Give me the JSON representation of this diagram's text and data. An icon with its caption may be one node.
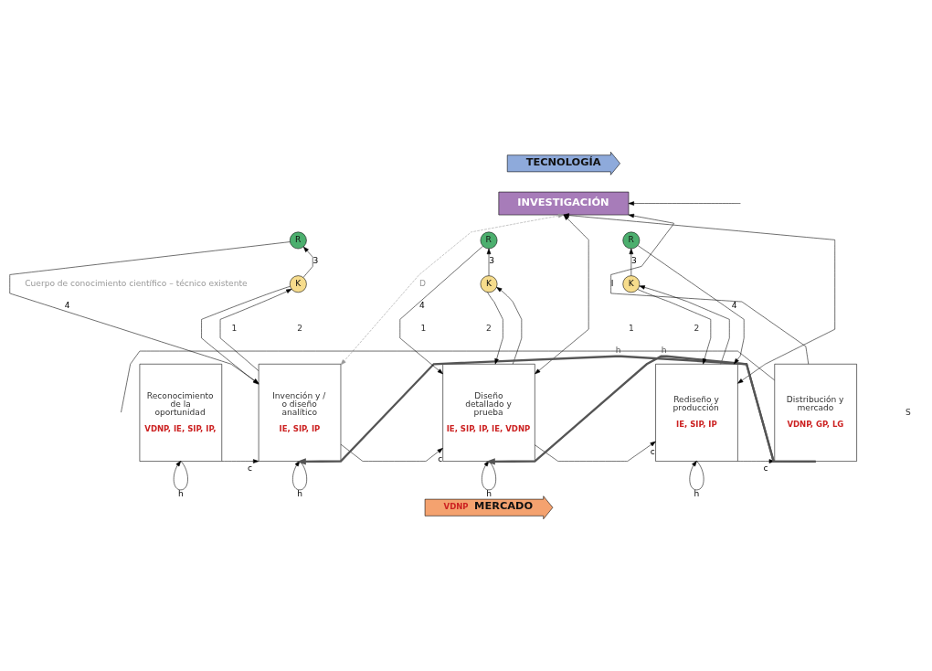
{
  "diagram": {
    "nodes": [
      {
        "text": [
          "TECNOLOGÍA"
        ]
      },
      {
        "text": [
          "INVESTIGACIÓN"
        ]
      },
      {
        "text": [
          "Reconocimiento de la oportunidad",
          "VDNP, IE, SIP, IP,"
        ]
      },
      {
        "text": [
          "Invención y / o diseño analítico",
          "IE, SIP, IP"
        ]
      },
      {
        "text": [
          "Diseño detallado y prueba",
          "IE, SIP, IP, IE, VDNP"
        ]
      },
      {
        "text": [
          "Rediseño y producción",
          "IE, SIP, IP"
        ]
      },
      {
        "text": [
          "Distribución y mercado",
          "VDNP, GP, LG"
        ]
      },
      {
        "text": [
          "VDNP",
          "MERCADO"
        ]
      },
      {
        "text": [
          "R"
        ]
      },
      {
        "text": [
          "R"
        ]
      },
      {
        "text": [
          "R"
        ]
      },
      {
        "text": [
          "K"
        ]
      },
      {
        "text": [
          "K"
        ]
      },
      {
        "text": [
          "K"
        ]
      }
    ],
    "edges": [
      {
        "from": 2,
        "to": 3,
        "arrow": "to",
        "label": "c"
      },
      {
        "from": 3,
        "to": 4,
        "arrow": "to",
        "label": "c"
      },
      {
        "from": 4,
        "to": 5,
        "arrow": "to",
        "label": "c"
      },
      {
        "from": 5,
        "to": 6,
        "arrow": "to",
        "label": "c"
      },
      {
        "from": 1,
        "to": 3,
        "arrow": "both",
        "label": "D",
        "style": "dashed",
        "color": "#999999"
      },
      {
        "from": 3,
        "to": 11,
        "arrow": "to"
      },
      {
        "from": 11,
        "to": 8,
        "arrow": "to",
        "label": "3"
      },
      {
        "from": 11,
        "to": 3,
        "arrow": "to"
      },
      {
        "from": 8,
        "to": 3,
        "arrow": "to",
        "label": "4"
      },
      {
        "from": 1,
        "to": 4,
        "arrow": "both"
      },
      {
        "from": 4,
        "to": 12,
        "arrow": "to"
      },
      {
        "from": 12,
        "to": 9,
        "arrow": "to",
        "label": "3"
      },
      {
        "from": 12,
        "to": 4,
        "arrow": "to"
      },
      {
        "from": 9,
        "to": 4,
        "arrow": "to",
        "label": "4"
      },
      {
        "from": 1,
        "to": 5,
        "arrow": "both"
      },
      {
        "from": 5,
        "to": 13,
        "arrow": "to"
      },
      {
        "from": 13,
        "to": 10,
        "arrow": "to",
        "label": "3"
      },
      {
        "from": 13,
        "to": 5,
        "arrow": "to"
      },
      {
        "from": 10,
        "to": 5,
        "arrow": "to",
        "label": "4"
      },
      {
        "from": 6,
        "to": 1,
        "arrow": "to",
        "label": "I"
      },
      {
        "from": null,
        "to": 1,
        "arrow": "to"
      },
      {
        "from": 6,
        "to": null,
        "arrow": "none"
      },
      {
        "from": 2,
        "to": 2,
        "arrow": "to",
        "label": "h"
      },
      {
        "from": 3,
        "to": 3,
        "arrow": "to",
        "label": "h"
      },
      {
        "from": 4,
        "to": 4,
        "arrow": "to",
        "label": "h"
      },
      {
        "from": 5,
        "to": 5,
        "arrow": "to",
        "label": "h"
      },
      {
        "from": 6,
        "to": 3,
        "arrow": "to",
        "label": "h",
        "style": "thick",
        "color": "#555555"
      },
      {
        "from": 6,
        "to": 4,
        "arrow": "to",
        "label": "h",
        "style": "thick",
        "color": "#555555"
      }
    ],
    "labels": [
      "Cuerpo de conocimiento científico – técnico existente",
      "1",
      "2",
      "1",
      "2",
      "1",
      "2",
      "S"
    ]
  }
}
